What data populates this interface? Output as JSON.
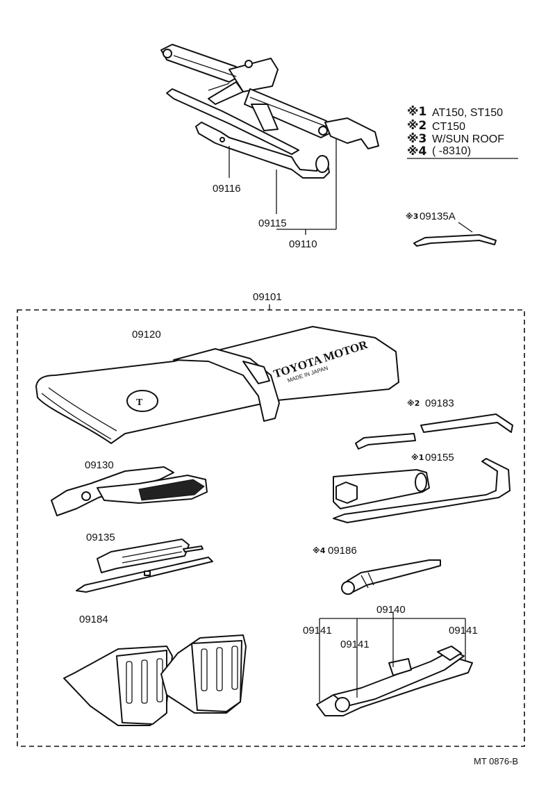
{
  "legend": [
    {
      "mark": "※1",
      "text": "AT150, ST150"
    },
    {
      "mark": "※2",
      "text": "CT150"
    },
    {
      "mark": "※3",
      "text": "W/SUN ROOF"
    },
    {
      "mark": "※4",
      "text": "(        -8310)"
    }
  ],
  "parts": {
    "p09116": "09116",
    "p09115": "09115",
    "p09110": "09110",
    "p09135a": {
      "mark": "※3",
      "num": "09135A"
    },
    "p09101": "09101",
    "p09120": "09120",
    "p09183": {
      "mark": "※2",
      "num": "09183"
    },
    "p09155": {
      "mark": "※1",
      "num": "09155"
    },
    "p09130": "09130",
    "p09135": "09135",
    "p09186": {
      "mark": "※4",
      "num": "09186"
    },
    "p09184": "09184",
    "p09140": "09140",
    "p09141_left": "09141",
    "p09141_mid": "09141",
    "p09141_right": "09141"
  },
  "logo": {
    "line1": "TOYOTA MOTOR",
    "line2": "MADE IN JAPAN"
  },
  "drawing_code": "MT 0876-B"
}
